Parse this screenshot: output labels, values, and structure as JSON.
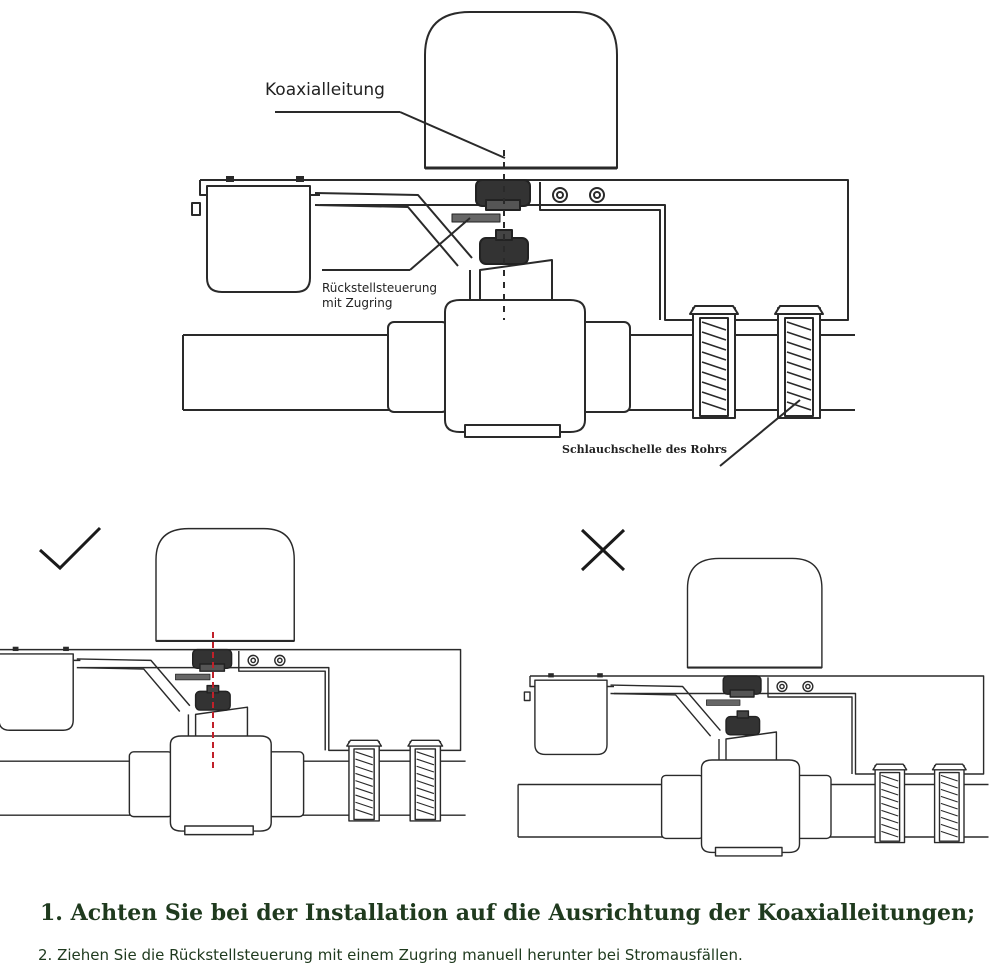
{
  "labels": {
    "coaxial": "Koaxialleitung",
    "reset_line1": "Rückstellsteuerung",
    "reset_line2": "mit Zugring",
    "hose_clamp": "Schlauchschelle des Rohrs"
  },
  "marks": {
    "correct_icon": "check-icon",
    "wrong_icon": "cross-icon"
  },
  "colors": {
    "line": "#2a2a2a",
    "axis_marker": "#c0202a",
    "caption": "#1f3a1e"
  },
  "captions": {
    "line1": "1. Achten Sie bei der Installation auf die Ausrichtung der Koaxialleitungen;",
    "line2": "2. Ziehen Sie die Rückstellsteuerung mit einem Zugring manuell herunter bei Stromausfällen."
  }
}
